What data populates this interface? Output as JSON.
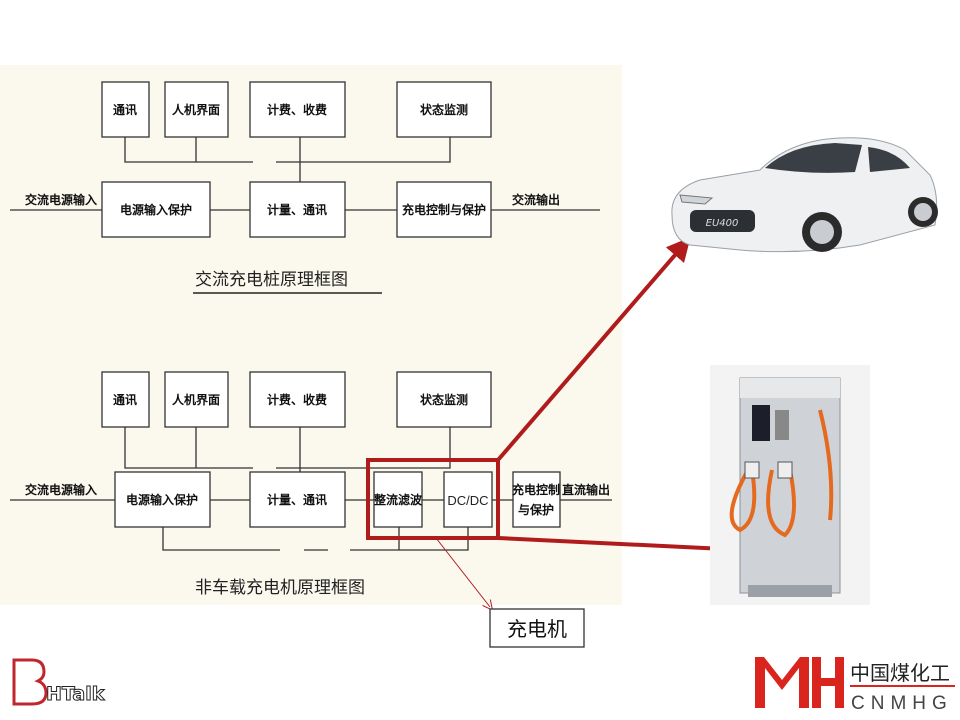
{
  "ac_diagram": {
    "title": "交流充电桩原理框图",
    "top_boxes": [
      "通讯",
      "人机界面",
      "计费、收费",
      "状态监测"
    ],
    "main_boxes": [
      "电源输入保护",
      "计量、通讯",
      "充电控制与保护"
    ],
    "input_label": "交流电源输入",
    "output_label": "交流输出"
  },
  "dc_diagram": {
    "title": "非车载充电机原理框图",
    "top_boxes": [
      "通讯",
      "人机界面",
      "计费、收费",
      "状态监测"
    ],
    "main_boxes": [
      "电源输入保护",
      "计量、通讯",
      "整流滤波",
      "DC/DC",
      "充电控制",
      "与保护"
    ],
    "input_label": "交流电源输入",
    "output_label": "直流输出"
  },
  "callout": {
    "label": "充电机"
  },
  "car": {
    "plate": "EU400"
  },
  "logos": {
    "left": "BHTalk",
    "right_mark": "MH",
    "right_cn": "中国煤化工",
    "right_en": "CNMHG"
  },
  "colors": {
    "highlight": "#b01c1c",
    "background": "#fbf8ee",
    "logo_red": "#d9251d"
  }
}
